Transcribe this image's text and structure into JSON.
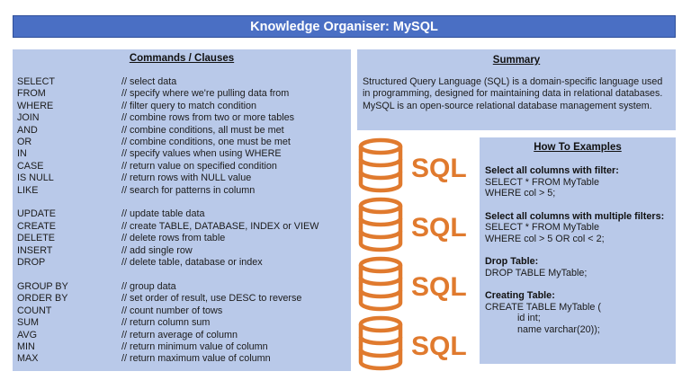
{
  "title": "Knowledge Organiser: MySQL",
  "colors": {
    "header": "#4a6fc4",
    "panel": "#b9c9e9",
    "icon": "#e07a2e"
  },
  "commands": {
    "heading": "Commands / Clauses",
    "groups": [
      [
        {
          "name": "SELECT",
          "desc": "// select data"
        },
        {
          "name": "FROM",
          "desc": "// specify where we're pulling data from"
        },
        {
          "name": "WHERE",
          "desc": "// filter query to match condition"
        },
        {
          "name": "JOIN",
          "desc": "// combine rows from two or more tables"
        },
        {
          "name": "AND",
          "desc": "// combine conditions, all must be met"
        },
        {
          "name": "OR",
          "desc": "// combine conditions, one must be met"
        },
        {
          "name": "IN",
          "desc": "// specify values when using WHERE"
        },
        {
          "name": "CASE",
          "desc": "// return value on specified condition"
        },
        {
          "name": "IS NULL",
          "desc": "// return rows with NULL value"
        },
        {
          "name": "LIKE",
          "desc": "// search for patterns in column"
        }
      ],
      [
        {
          "name": "UPDATE",
          "desc": "// update table data"
        },
        {
          "name": "CREATE",
          "desc": "// create TABLE, DATABASE, INDEX or VIEW"
        },
        {
          "name": "DELETE",
          "desc": "// delete rows from table"
        },
        {
          "name": "INSERT",
          "desc": "// add single row"
        },
        {
          "name": "DROP",
          "desc": "// delete table, database or index"
        }
      ],
      [
        {
          "name": "GROUP BY",
          "desc": "// group data"
        },
        {
          "name": "ORDER BY",
          "desc": "// set order of result, use DESC to reverse"
        },
        {
          "name": "COUNT",
          "desc": "// count number of tows"
        },
        {
          "name": "SUM",
          "desc": "// return column sum"
        },
        {
          "name": "AVG",
          "desc": "// return average of column"
        },
        {
          "name": "MIN",
          "desc": "// return minimum value of column"
        },
        {
          "name": "MAX",
          "desc": "// return maximum value of column"
        }
      ]
    ]
  },
  "summary": {
    "heading": "Summary",
    "text": "Structured Query Language (SQL) is a domain-specific language used in programming, designed for maintaining data in relational databases. MySQL is an open-source relational database management system."
  },
  "icons": {
    "label": "SQL",
    "count": 4,
    "icon": "database-icon"
  },
  "examples": {
    "heading": "How To Examples",
    "items": [
      {
        "title": "Select all columns with filter:",
        "lines": [
          "SELECT * FROM MyTable",
          "WHERE col > 5;"
        ]
      },
      {
        "title": "Select all columns with multiple filters:",
        "lines": [
          "SELECT * FROM MyTable",
          "WHERE col > 5 OR col < 2;"
        ]
      },
      {
        "title": "Drop Table:",
        "lines": [
          "DROP TABLE MyTable;"
        ]
      },
      {
        "title": "Creating Table:",
        "lines": [
          "CREATE TABLE MyTable (",
          "            id int;",
          "            name varchar(20));"
        ]
      }
    ]
  }
}
